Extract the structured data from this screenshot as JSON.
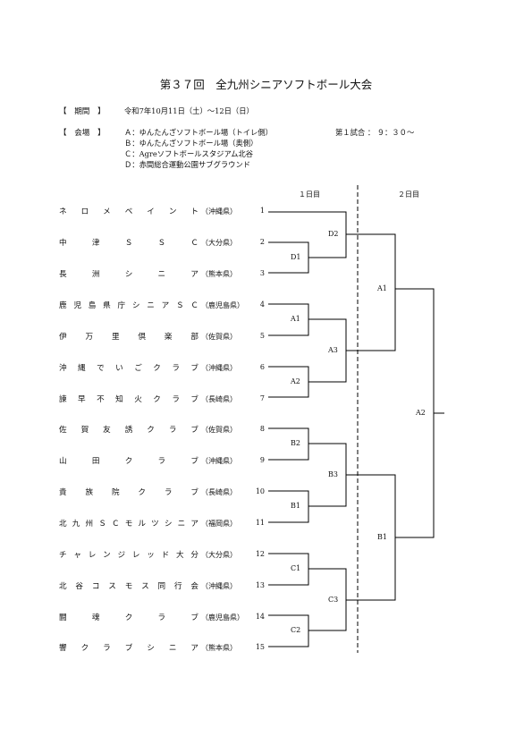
{
  "title": "第３７回　全九州シニアソフトボール大会",
  "period": {
    "label": "【　期間　】",
    "value": "令和7年10月11日（土）～12日（日）"
  },
  "venue": {
    "label": "【　会場　】",
    "items": [
      "Ａ：ゆんたんざソフトボール場（トイレ側）",
      "Ｂ：ゆんたんざソフトボール場（奥側）",
      "Ｃ：Agreソフトボールスタジアム北谷",
      "Ｄ：赤間総合運動公園サブグラウンド"
    ],
    "first_match": "第１試合 ： ９：３０～"
  },
  "days": [
    "１日目",
    "２日目"
  ],
  "teams": [
    {
      "num": "1",
      "name": "ネロメベイント",
      "pref": "（沖縄県）"
    },
    {
      "num": "2",
      "name": "中津ＳＳＣ",
      "pref": "（大分県）"
    },
    {
      "num": "3",
      "name": "長洲シニア",
      "pref": "（熊本県）"
    },
    {
      "num": "4",
      "name": "鹿児島県庁シニアＳＣ",
      "pref": "（鹿児島県）"
    },
    {
      "num": "5",
      "name": "伊万里倶楽部",
      "pref": "（佐賀県）"
    },
    {
      "num": "6",
      "name": "沖縄でいごクラブ",
      "pref": "（沖縄県）"
    },
    {
      "num": "7",
      "name": "諫早不知火クラブ",
      "pref": "（長崎県）"
    },
    {
      "num": "8",
      "name": "佐賀友誘クラブ",
      "pref": "（佐賀県）"
    },
    {
      "num": "9",
      "name": "山田クラブ",
      "pref": "（沖縄県）"
    },
    {
      "num": "10",
      "name": "貴族院クラブ",
      "pref": "（長崎県）"
    },
    {
      "num": "11",
      "name": "北九州ＳＣモルツシニア",
      "pref": "（福岡県）"
    },
    {
      "num": "12",
      "name": "チャレンジレッド大分",
      "pref": "（大分県）"
    },
    {
      "num": "13",
      "name": "北谷コスモス同行会",
      "pref": "（沖縄県）"
    },
    {
      "num": "14",
      "name": "闘魂クラブ",
      "pref": "（鹿児島県）"
    },
    {
      "num": "15",
      "name": "響クラブシニア",
      "pref": "（熊本県）"
    }
  ],
  "matches": {
    "D1": "D1",
    "D2": "D2",
    "A1a": "A1",
    "A2a": "A2",
    "A3": "A3",
    "B2a": "B2",
    "B1a": "B1",
    "B3": "B3",
    "C1": "C1",
    "C2": "C2",
    "C3": "C3",
    "A1b": "A1",
    "B1b": "B1",
    "A2b": "A2"
  },
  "colors": {
    "text": "#111111",
    "line": "#000000"
  }
}
